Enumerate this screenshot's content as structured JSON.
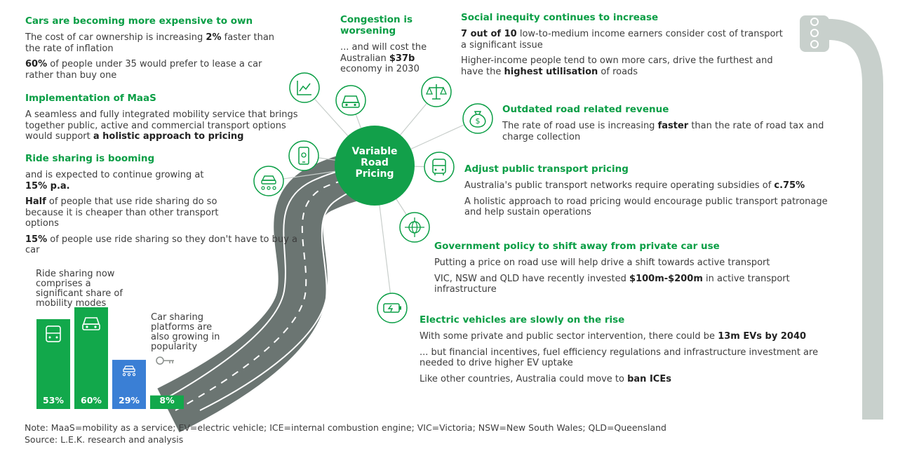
{
  "center": {
    "line1": "Variable",
    "line2": "Road",
    "line3": "Pricing"
  },
  "blocks": {
    "cars": {
      "heading": "Cars are becoming more expensive to own",
      "p1": {
        "a": "The cost of car ownership is increasing ",
        "b": "2%",
        "c": " faster than the rate of inflation"
      },
      "p2": {
        "b": "60%",
        "c": " of people under 35 would prefer to lease a car rather than buy one"
      }
    },
    "maas": {
      "heading": "Implementation of MaaS",
      "p1": {
        "a": "A seamless and fully integrated mobility service that brings together public, active and commercial transport options would support ",
        "b": "a holistic approach to pricing"
      }
    },
    "ride": {
      "heading": "Ride sharing is booming",
      "p1": {
        "a": "and is expected to continue growing at ",
        "b": "15% p.a."
      },
      "p2": {
        "b": "Half",
        "c": " of people that use ride sharing do so because it is cheaper than other transport options"
      },
      "p3": {
        "b": "15%",
        "c": " of people use ride sharing so they don't have to buy a car"
      }
    },
    "congestion": {
      "heading": "Congestion is worsening",
      "p1": {
        "a": "... and will cost the Australian ",
        "b": "$37b",
        "c": " economy in 2030"
      }
    },
    "social": {
      "heading": "Social inequity continues to increase",
      "p1": {
        "b": "7 out of 10",
        "c": " low-to-medium income earners consider cost of transport a significant issue"
      },
      "p2": {
        "a": "Higher-income people tend to own more cars, drive the furthest and have the ",
        "b": "highest utilisation",
        "c": " of roads"
      }
    },
    "revenue": {
      "heading": "Outdated road related revenue",
      "p1": {
        "a": "The rate of road use is increasing ",
        "b": "faster",
        "c": " than the rate of road tax and charge collection"
      }
    },
    "pt": {
      "heading": "Adjust public transport pricing",
      "p1": {
        "a": "Australia's public transport networks require operating subsidies of ",
        "b": "c.75%"
      },
      "p2": {
        "a": "A holistic approach to road pricing would encourage public transport patronage and help sustain operations"
      }
    },
    "gov": {
      "heading": "Government policy to shift away from private car use",
      "p1": {
        "a": "Putting a price on road use will help drive a shift towards active transport"
      },
      "p2": {
        "a": "VIC, NSW and QLD have recently invested ",
        "b": "$100m-$200m",
        "c": " in active transport infrastructure"
      }
    },
    "ev": {
      "heading": "Electric vehicles are slowly on the rise",
      "p1": {
        "a": "With some private and public sector intervention, there could be ",
        "b": "13m EVs by 2040"
      },
      "p2": {
        "a": "... but financial incentives, fuel efficiency regulations and infrastructure investment are needed to drive higher EV uptake"
      },
      "p3": {
        "a": "Like other countries, Australia could move to ",
        "b": "ban ICEs"
      }
    }
  },
  "annotations": {
    "ride_share": "Ride sharing now comprises a significant share of mobility modes",
    "car_share": "Car sharing platforms are also growing in popularity"
  },
  "chart_data": {
    "type": "bar",
    "categories": [
      "Public transport",
      "Private car",
      "Ride sharing",
      "Car sharing"
    ],
    "values": [
      53,
      60,
      29,
      8
    ],
    "labels": [
      "53%",
      "60%",
      "29%",
      "8%"
    ],
    "colors": [
      "#12a84b",
      "#12a84b",
      "#3a7fd5",
      "#12a84b"
    ],
    "icons": [
      "bus-icon",
      "car-icon",
      "ride-share-icon",
      ""
    ],
    "ylim": [
      0,
      60
    ]
  },
  "icons": [
    "chart-icon",
    "car-icon",
    "scales-icon",
    "money-bag-icon",
    "bus-icon",
    "mobile-app-icon",
    "ride-share-icon",
    "globe-network-icon",
    "ev-battery-icon"
  ],
  "colors": {
    "green": "#0a9e45",
    "bar_green": "#12a84b",
    "blue": "#3a7fd5",
    "road": "#6b7572",
    "pole": "#c8d0cc"
  },
  "note": "Note: MaaS=mobility as a service; EV=electric vehicle; ICE=internal combustion engine; VIC=Victoria; NSW=New South Wales; QLD=Queensland",
  "source": "Source: L.E.K. research and analysis"
}
